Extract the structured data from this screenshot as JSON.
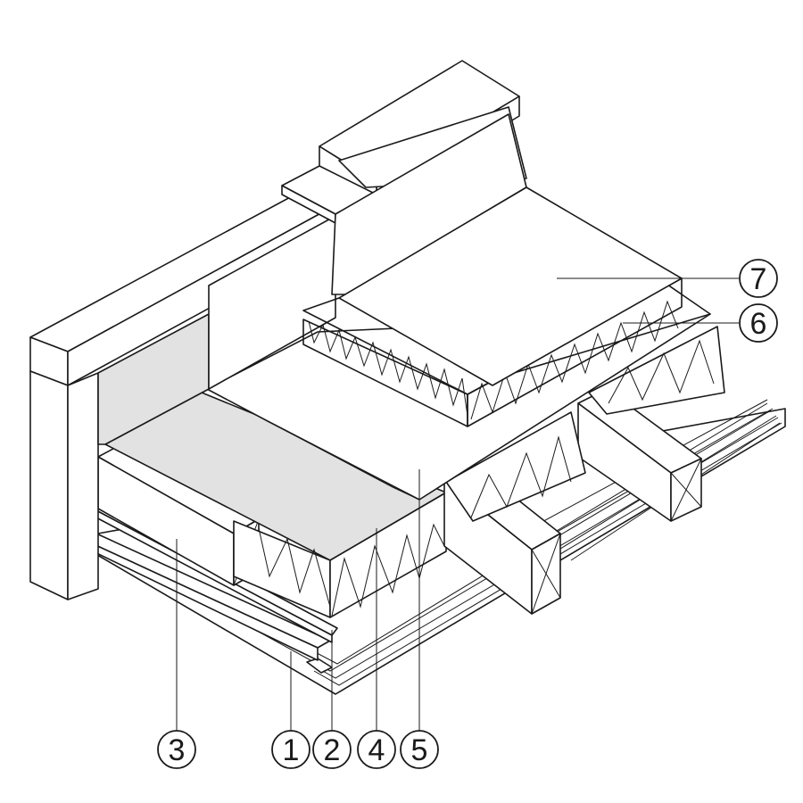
{
  "colors": {
    "outline": "#1a1a1a",
    "background": "#ffffff",
    "vapour_barrier_fill": "#e2e2e2",
    "insulation_top_layer": "#e8cc86",
    "insulation_side_fill": "#f3f3f3"
  },
  "callouts": [
    {
      "label": "1"
    },
    {
      "label": "2"
    },
    {
      "label": "3"
    },
    {
      "label": "4"
    },
    {
      "label": "5"
    },
    {
      "label": "6"
    },
    {
      "label": "7"
    }
  ]
}
